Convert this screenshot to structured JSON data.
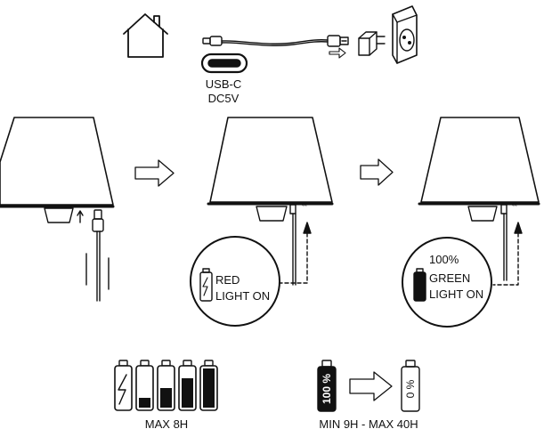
{
  "usb": {
    "connector": "USB-C",
    "voltage": "DC5V"
  },
  "circles": {
    "red": {
      "line1": "RED",
      "line2": "LIGHT ON"
    },
    "green": {
      "percent": "100%",
      "line1": "GREEN",
      "line2": "LIGHT ON"
    }
  },
  "charge_time": {
    "label": "MAX 8H",
    "battery_levels": [
      0,
      0.25,
      0.5,
      0.75,
      1
    ]
  },
  "run_time": {
    "label": "MIN 9H - MAX 40H",
    "full_text": "100 %",
    "empty_text": "0 %"
  },
  "icons": [
    "house-icon",
    "usb-c-cable-icon",
    "wall-adapter-icon",
    "wall-socket-icon",
    "arrow-right-icon",
    "battery-icon"
  ],
  "colors": {
    "ink": "#111111",
    "background": "#ffffff"
  }
}
